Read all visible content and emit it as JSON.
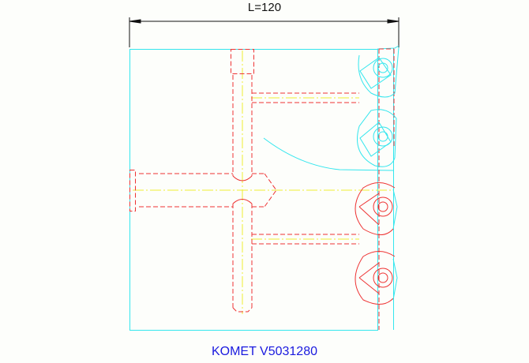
{
  "drawing": {
    "dimension_label": "L=120",
    "caption": "KOMET V5031280",
    "colors": {
      "outline": "#33e6ee",
      "hidden": "#ee3333",
      "center": "#eeee33",
      "dimension": "#111111",
      "caption": "#1a1adf",
      "background": "#fdfefb"
    },
    "inserts": [
      {
        "position": "top-1",
        "color": "cyan"
      },
      {
        "position": "top-2",
        "color": "cyan"
      },
      {
        "position": "bottom-1",
        "color": "red"
      },
      {
        "position": "bottom-2",
        "color": "red"
      }
    ]
  }
}
